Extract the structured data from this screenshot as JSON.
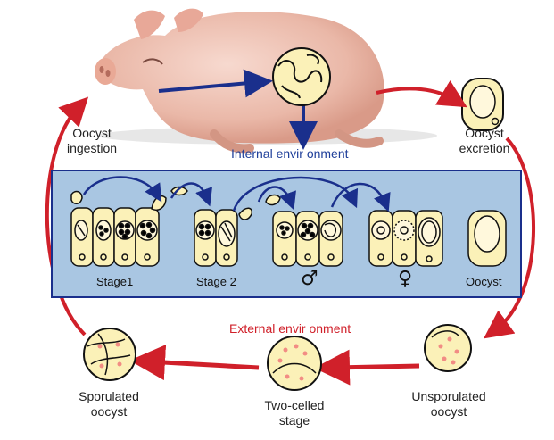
{
  "labels": {
    "oocyst_ingestion": "Oocyst\ningestion",
    "oocyst_excretion": "Oocyst\nexcretion",
    "internal_environment": "Internal envir onment",
    "external_environment": "External envir onment",
    "sporulated_oocyst": "Sporulated\noocyst",
    "two_celled_stage": "Two-celled\nstage",
    "unsporulated_oocyst": "Unsporulated\noocyst"
  },
  "stages": {
    "stage1": "Stage1",
    "stage2": "Stage 2",
    "male": "♂",
    "female": "♀",
    "oocyst": "Oocyst"
  },
  "colors": {
    "cycle_arrow": "#d0202a",
    "internal_arrow": "#1a2f8c",
    "panel_fill": "#a9c6e2",
    "panel_border": "#1a2f8c",
    "cell_fill": "#fbf1b8",
    "spore_dot": "#f28c84"
  }
}
